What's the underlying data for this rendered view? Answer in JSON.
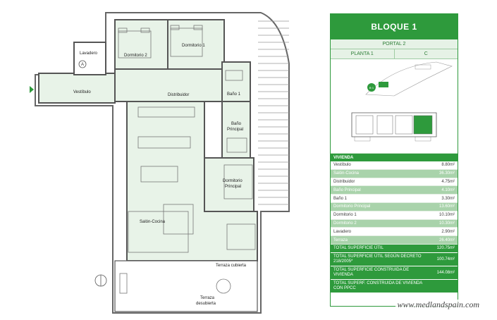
{
  "plan": {
    "rooms": {
      "lavadero": "Lavadero",
      "dormitorio2": "Dormitorio 2",
      "dormitorio1": "Dormitorio 1",
      "vestibulo": "Vestíbulo",
      "distribuidor": "Distribuidor",
      "bano1": "Baño 1",
      "bano_principal_1": "Baño",
      "bano_principal_2": "Principal",
      "dormitorio_principal_1": "Dormitorio",
      "dormitorio_principal_2": "Principal",
      "salon_cocina": "Salón-Cocina",
      "terraza_cubierta": "Terraza cubierta",
      "terraza_desc_1": "Terraza",
      "terraza_desc_2": "desubierta"
    },
    "marker": "A",
    "colors": {
      "floor": "#e8f3e8",
      "wall": "#555555",
      "accent": "#2e9a3c"
    }
  },
  "panel": {
    "title": "BLOQUE 1",
    "portal": "PORTAL 2",
    "planta": "PLANTA 1",
    "letra": "C",
    "locator_label": "B·1",
    "table_header": "VIVIENDA",
    "rows": [
      {
        "label": "Vestíbulo",
        "value": "8.80m²"
      },
      {
        "label": "Salón-Cocina",
        "value": "36.30m²"
      },
      {
        "label": "Distribuidor",
        "value": "4.75m²"
      },
      {
        "label": "Baño Principal",
        "value": "4.10m²"
      },
      {
        "label": "Baño 1",
        "value": "3.30m²"
      },
      {
        "label": "Dormitorio Principal",
        "value": "13.60m²"
      },
      {
        "label": "Dormitorio 1",
        "value": "10.10m²"
      },
      {
        "label": "Dormitorio 2",
        "value": "10.30m²"
      },
      {
        "label": "Lavadero",
        "value": "2.90m²"
      },
      {
        "label": "Terraza",
        "value": "26.40m²"
      }
    ],
    "totals": [
      {
        "label": "TOTAL SUPERFICIE ÚTIL",
        "value": "120.75m²"
      },
      {
        "label": "TOTAL SUPERFICIE ÚTIL SEGÚN DECRETO 218/2005*",
        "value": "100.74m²"
      },
      {
        "label": "TOTAL SUPERFICIE CONSTRUIDA DE VIVIENDA",
        "value": "144.08m²"
      },
      {
        "label": "TOTAL SUPERF. CONSTRUIDA DE VIVIENDA CON PPCC",
        "value": ""
      }
    ]
  },
  "watermark": "www.medlandspain.com"
}
